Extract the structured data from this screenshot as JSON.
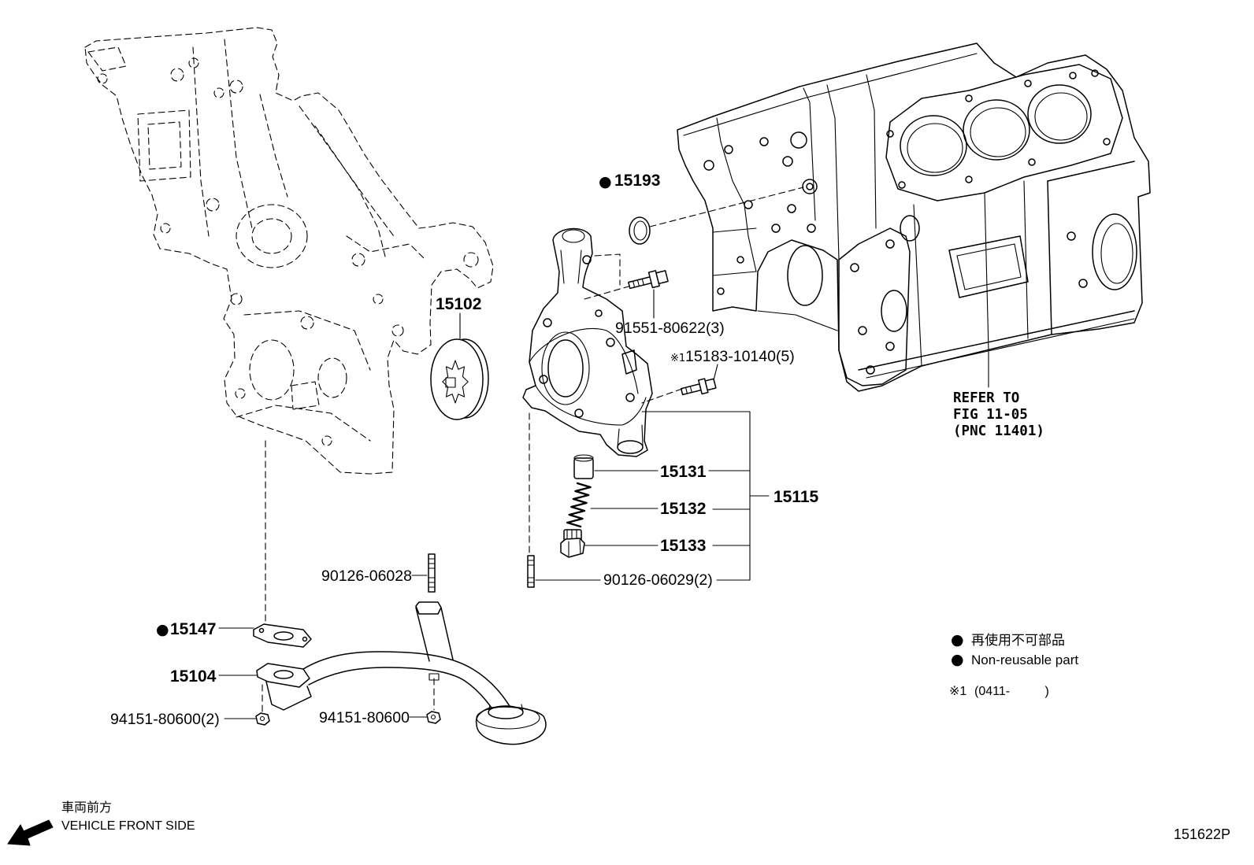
{
  "figure_code": "151622P",
  "colors": {
    "line": "#000000",
    "background": "#ffffff"
  },
  "callouts": {
    "p15193": {
      "marker": "●",
      "label": "15193"
    },
    "p15102": {
      "label": "15102"
    },
    "p91551": {
      "label": "91551-80622(3)"
    },
    "p15183": {
      "note_ref": "※1",
      "label": "15183-10140(5)"
    },
    "p15131": {
      "label": "15131"
    },
    "p15132": {
      "label": "15132"
    },
    "p15133": {
      "label": "15133"
    },
    "p15115": {
      "label": "15115"
    },
    "p90126_06028": {
      "label": "90126-06028"
    },
    "p90126_06029": {
      "label": "90126-06029(2)"
    },
    "p15147": {
      "marker": "●",
      "label": "15147"
    },
    "p15104": {
      "label": "15104"
    },
    "p94151_pair": {
      "label": "94151-80600(2)"
    },
    "p94151_single": {
      "label": "94151-80600"
    }
  },
  "reference": {
    "lines": [
      "REFER TO",
      "FIG 11-05",
      "(PNC 11401)"
    ]
  },
  "legend": {
    "items": [
      {
        "marker": "●",
        "text": "再使用不可部品"
      },
      {
        "marker": "●",
        "text": "Non-reusable part"
      }
    ],
    "note": {
      "ref": "※1",
      "text": "(0411-          )"
    }
  },
  "orientation": {
    "label_ja": "車両前方",
    "label_en": "VEHICLE FRONT SIDE",
    "arrow_icon": "arrow-down-left-icon"
  }
}
